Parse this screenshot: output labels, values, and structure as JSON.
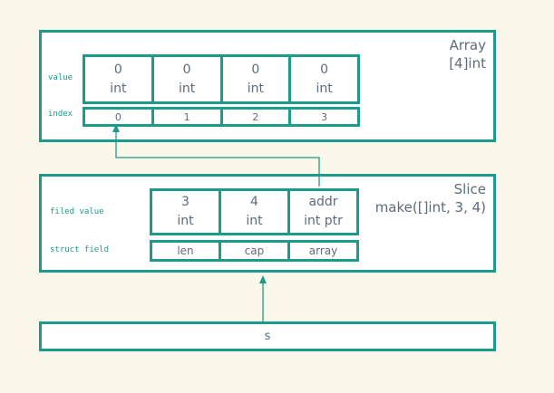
{
  "colors": {
    "teal": "#1b9c8b",
    "ink": "#5e6b79",
    "bg": "#fbf7ea",
    "panel": "#ffffff"
  },
  "array_box": {
    "title_line1": "Array",
    "title_line2": "[4]int",
    "row_labels": {
      "value": "value",
      "index": "index"
    },
    "value_cells": [
      {
        "value": "0",
        "type": "int"
      },
      {
        "value": "0",
        "type": "int"
      },
      {
        "value": "0",
        "type": "int"
      },
      {
        "value": "0",
        "type": "int"
      }
    ],
    "index_cells": [
      "0",
      "1",
      "2",
      "3"
    ]
  },
  "slice_box": {
    "title_line1": "Slice",
    "title_line2": "make([]int, 3, 4)",
    "row_labels": {
      "field_value": "filed value",
      "struct_field": "struct field"
    },
    "field_cells": [
      {
        "value": "3",
        "type": "int"
      },
      {
        "value": "4",
        "type": "int"
      },
      {
        "value": "addr",
        "type": "int ptr"
      }
    ],
    "struct_cells": [
      "len",
      "cap",
      "array"
    ]
  },
  "s_box": {
    "label": "s"
  }
}
